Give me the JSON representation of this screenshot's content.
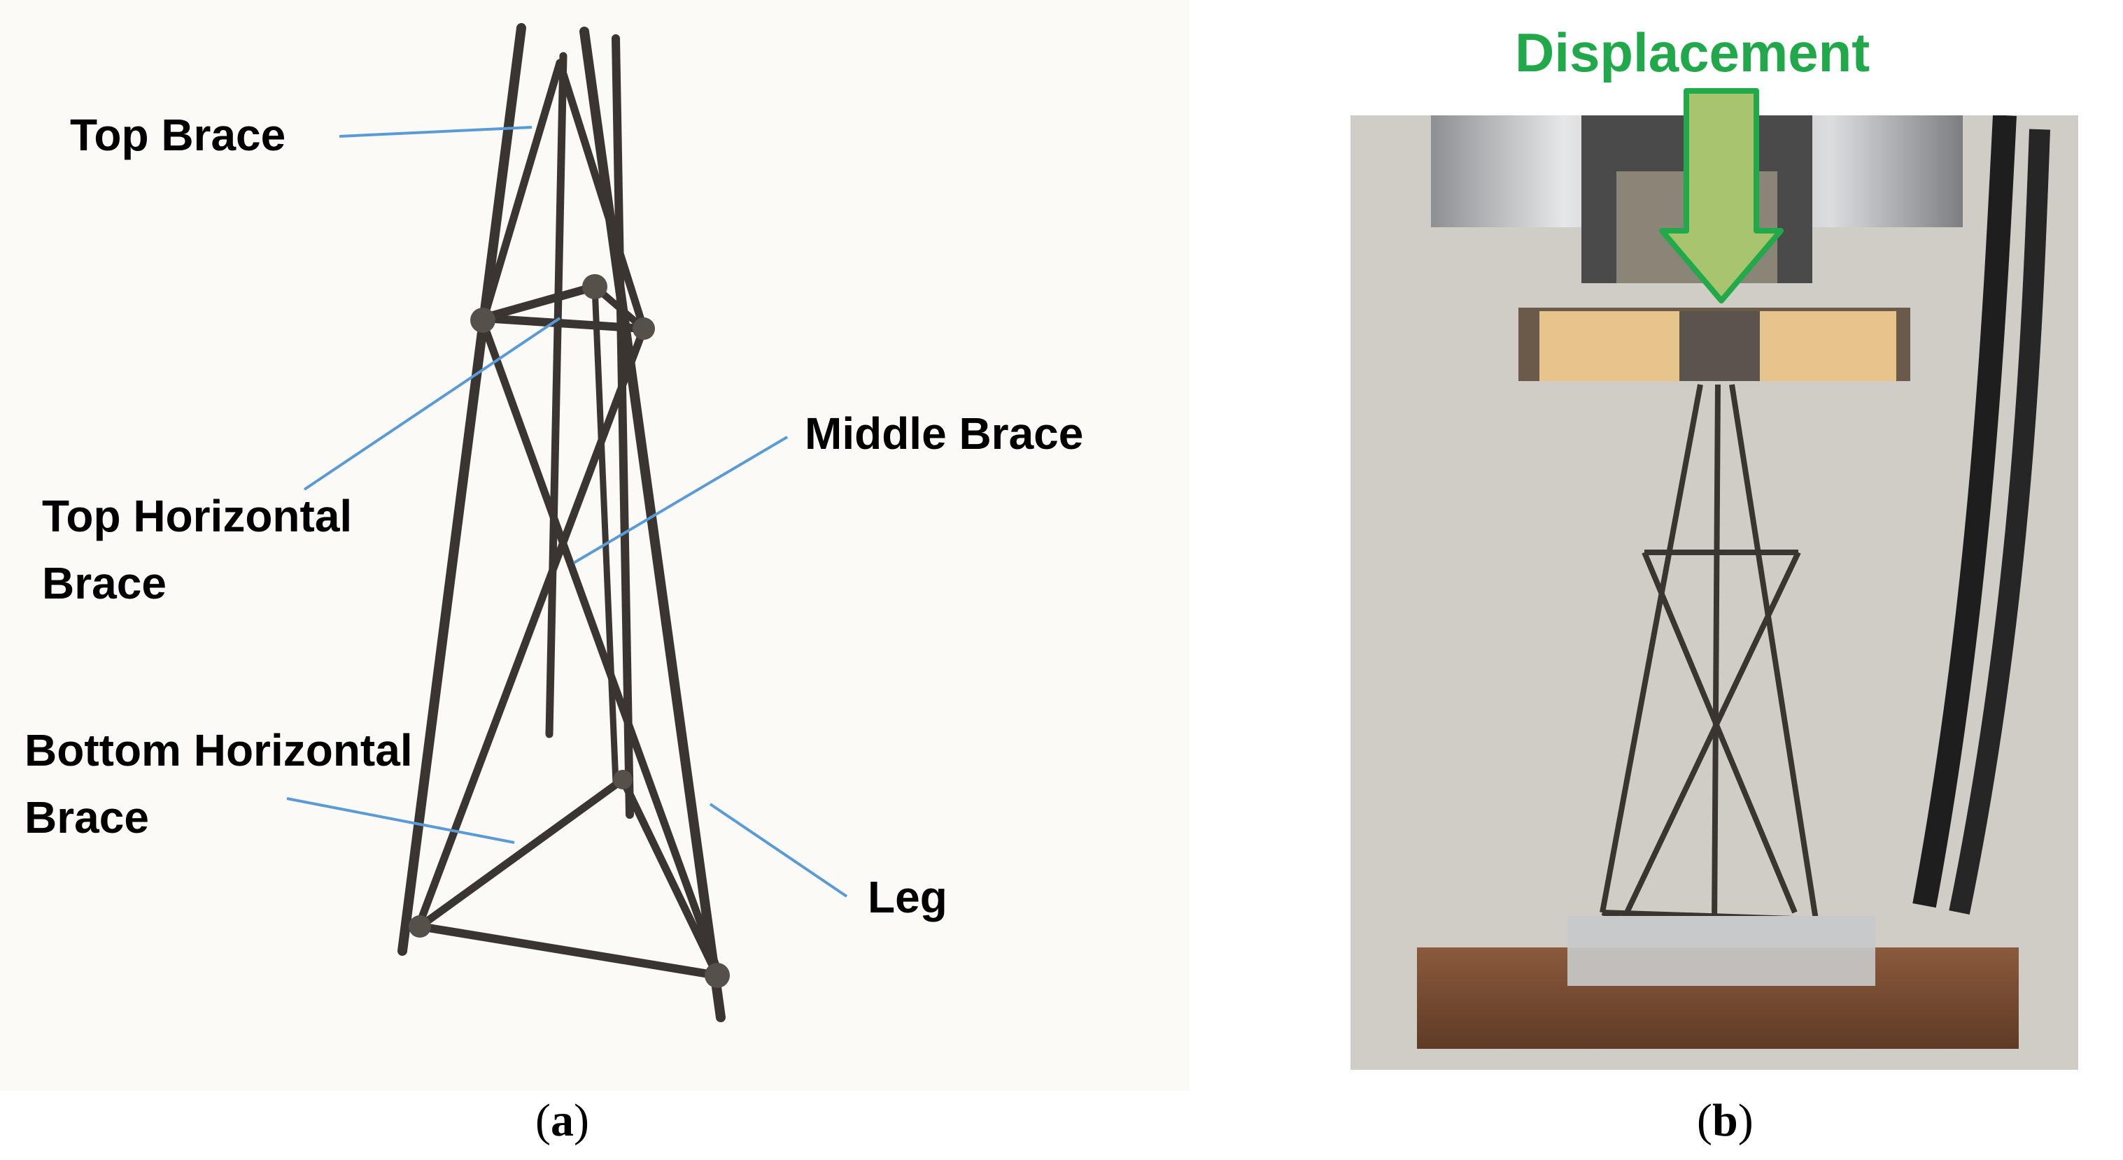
{
  "panel_a": {
    "labels": {
      "top_brace": "Top Brace",
      "top_horizontal_brace_line1": "Top Horizontal",
      "top_horizontal_brace_line2": "Brace",
      "middle_brace": "Middle Brace",
      "bottom_horizontal_brace_line1": "Bottom Horizontal",
      "bottom_horizontal_brace_line2": "Brace",
      "leg": "Leg"
    },
    "caption_letter": "a",
    "leader_line_color": "#5b9bd5"
  },
  "panel_b": {
    "displacement_label": "Displacement",
    "arrow_fill_color": "#a9c46f",
    "arrow_stroke_color": "#22a94a",
    "caption_letter": "b"
  }
}
